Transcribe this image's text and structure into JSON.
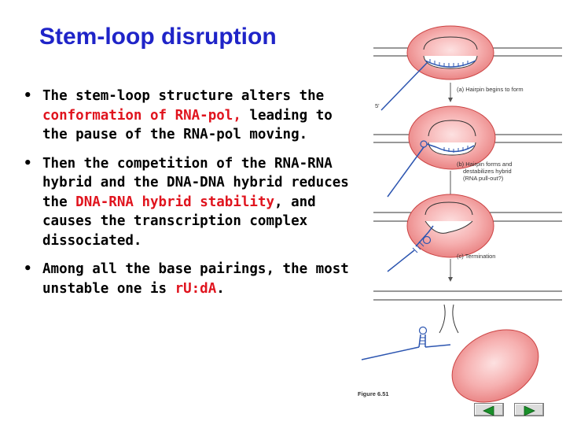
{
  "slide": {
    "title": "Stem-loop disruption",
    "bullets": [
      {
        "parts": [
          {
            "text": "The stem-loop structure alters the ",
            "highlight": false
          },
          {
            "text": "conformation of RNA-pol,",
            "highlight": true
          },
          {
            "text": " leading to the pause of the RNA-pol moving.",
            "highlight": false
          }
        ]
      },
      {
        "parts": [
          {
            "text": "Then the competition of the RNA-RNA hybrid and the DNA-DNA hybrid reduces the ",
            "highlight": false
          },
          {
            "text": "DNA-RNA hybrid stability",
            "highlight": true
          },
          {
            "text": ", and causes the transcription complex dissociated.",
            "highlight": false
          }
        ]
      },
      {
        "parts": [
          {
            "text": "Among all the base pairings, the most unstable one is ",
            "highlight": false
          },
          {
            "text": "rU:dA",
            "highlight": true
          },
          {
            "text": ".",
            "highlight": false
          }
        ]
      }
    ],
    "bullet_symbol": "•",
    "highlight_color": "#e0141e",
    "title_color": "#1f24c8"
  },
  "figure": {
    "step_a": "(a) Hairpin begins to form",
    "step_b_line1": "(b) Hairpin forms and",
    "step_b_line2": "destabilizes hybrid",
    "step_b_line3": "(RNA pull-out?)",
    "step_c": "(c) Termination",
    "five_prime": "5'",
    "caption": "Figure 6.51",
    "polymerase_color": "#f4a3a3",
    "rna_color": "#2c55b0"
  },
  "nav": {
    "prev_icon": "left-arrow-icon",
    "next_icon": "right-arrow-icon",
    "arrow_color": "#1a8f2a"
  }
}
